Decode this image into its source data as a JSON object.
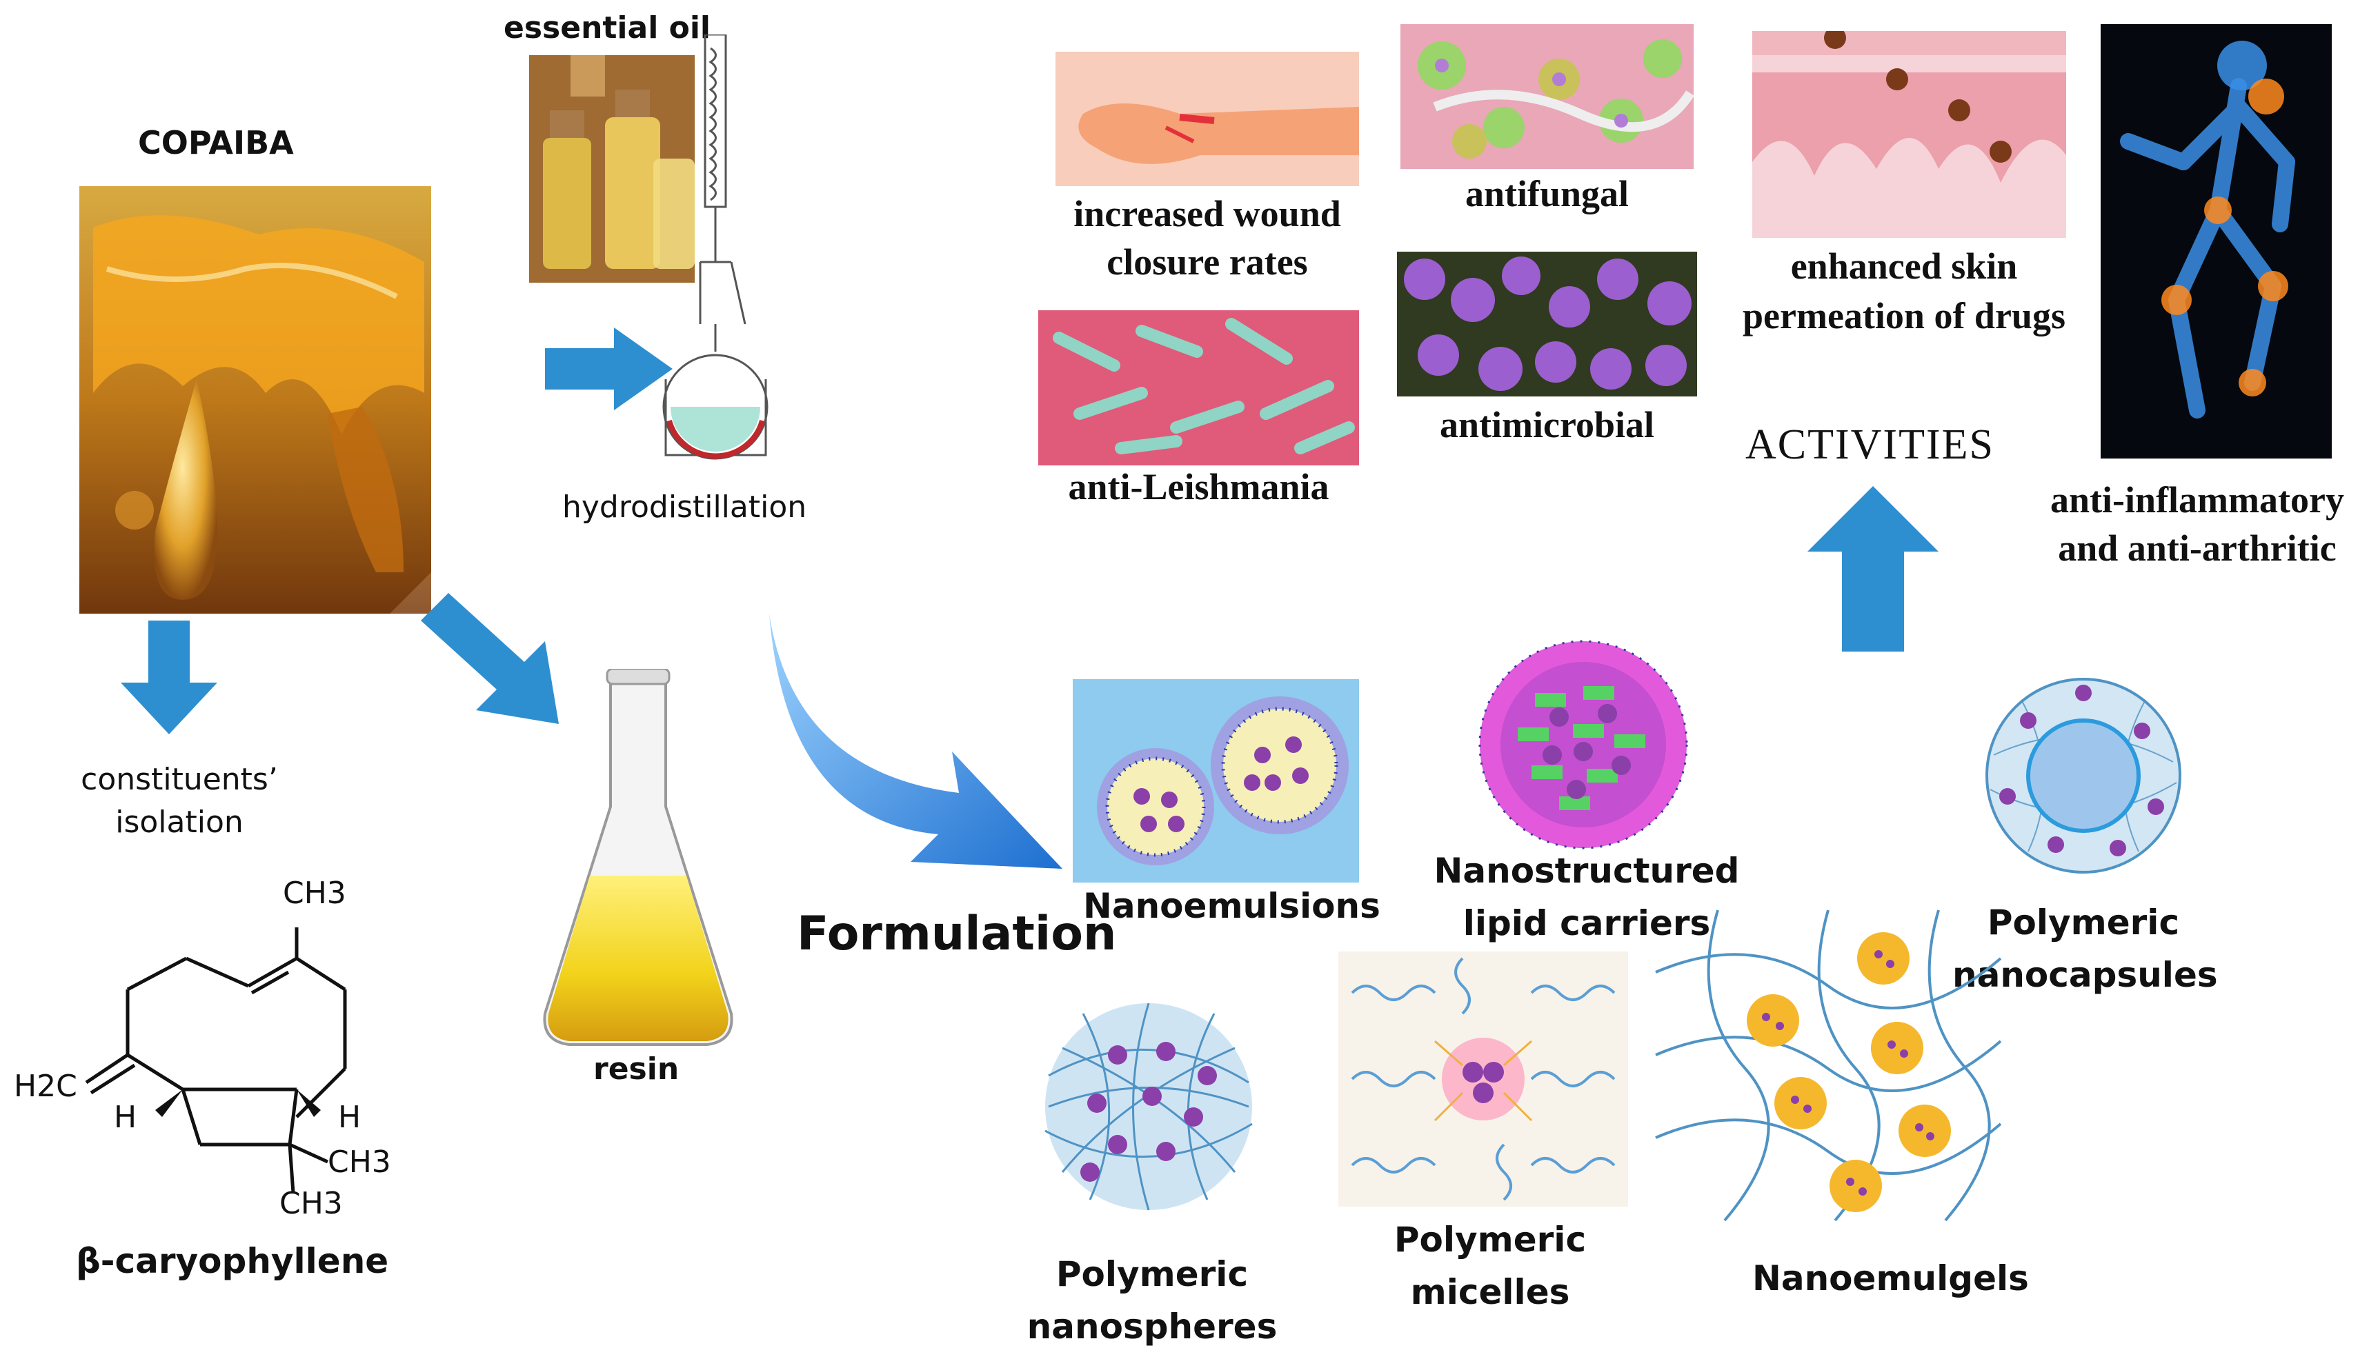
{
  "source": {
    "title": "COPAIBA",
    "isolation_label_1": "constituents’",
    "isolation_label_2": "isolation",
    "compound_name": "β-caryophyllene",
    "chem_ch3_top": "CH3",
    "chem_h2c": "H2C",
    "chem_h_left": "H",
    "chem_h_right": "H",
    "chem_ch3_right": "CH3",
    "chem_ch3_bottom": "CH3"
  },
  "extraction": {
    "essential_oil": "essential oil",
    "hydrodistillation": "hydrodistillation",
    "resin": "resin",
    "formulation": "Formulation"
  },
  "nanoformulations": {
    "nanoemulsions": "Nanoemulsions",
    "nlc_1": "Nanostructured",
    "nlc_2": "lipid carriers",
    "nanocapsules_1": "Polymeric",
    "nanocapsules_2": "nanocapsules",
    "nanospheres_1": "Polymeric",
    "nanospheres_2": "nanospheres",
    "micelles_1": "Polymeric",
    "micelles_2": "micelles",
    "nanoemulgels": "Nanoemulgels"
  },
  "activities": {
    "heading": "ACTIVITIES",
    "wound_1": "increased wound",
    "wound_2": "closure rates",
    "antifungal": "antifungal",
    "antimicrobial": "antimicrobial",
    "leishmania": "anti-Leishmania",
    "skin_1": "enhanced skin",
    "skin_2": "permeation of drugs",
    "inflam_1": "anti-inflammatory",
    "inflam_2": "and anti-arthritic"
  },
  "colors": {
    "arrow_blue": "#2e8fd0",
    "resin_amber": "#d9a21b",
    "oil_yellow": "#f2d21a",
    "particle_purple": "#8b3fa8",
    "mesh_blue": "#4f93c4",
    "nano_bg": "#8ecbef"
  }
}
